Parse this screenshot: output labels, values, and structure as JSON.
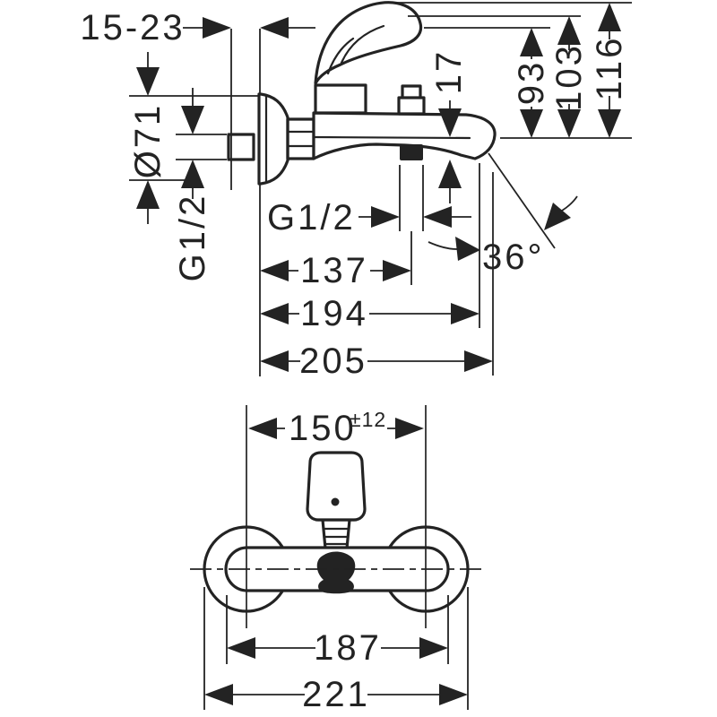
{
  "drawing": {
    "title": "wall-mounted bath mixer dimension drawing",
    "ink_color": "#232323",
    "background_color": "#ffffff",
    "side_view": {
      "wall_depth_range": "15-23",
      "escutcheon_diameter": "Ø71",
      "wall_connection_thread": "G1/2",
      "shower_outlet_thread": "G1/2",
      "spout_outlet_drop": "17",
      "height_body_top": "93",
      "height_handle_mid": "103",
      "height_overall": "116",
      "reach_shower_outlet": "137",
      "reach_spout_outlet": "194",
      "reach_overall": "205",
      "spout_angle": "36°"
    },
    "front_view": {
      "connection_centers": "150",
      "connection_tolerance": "±12",
      "body_width": "187",
      "overall_width": "221"
    }
  }
}
